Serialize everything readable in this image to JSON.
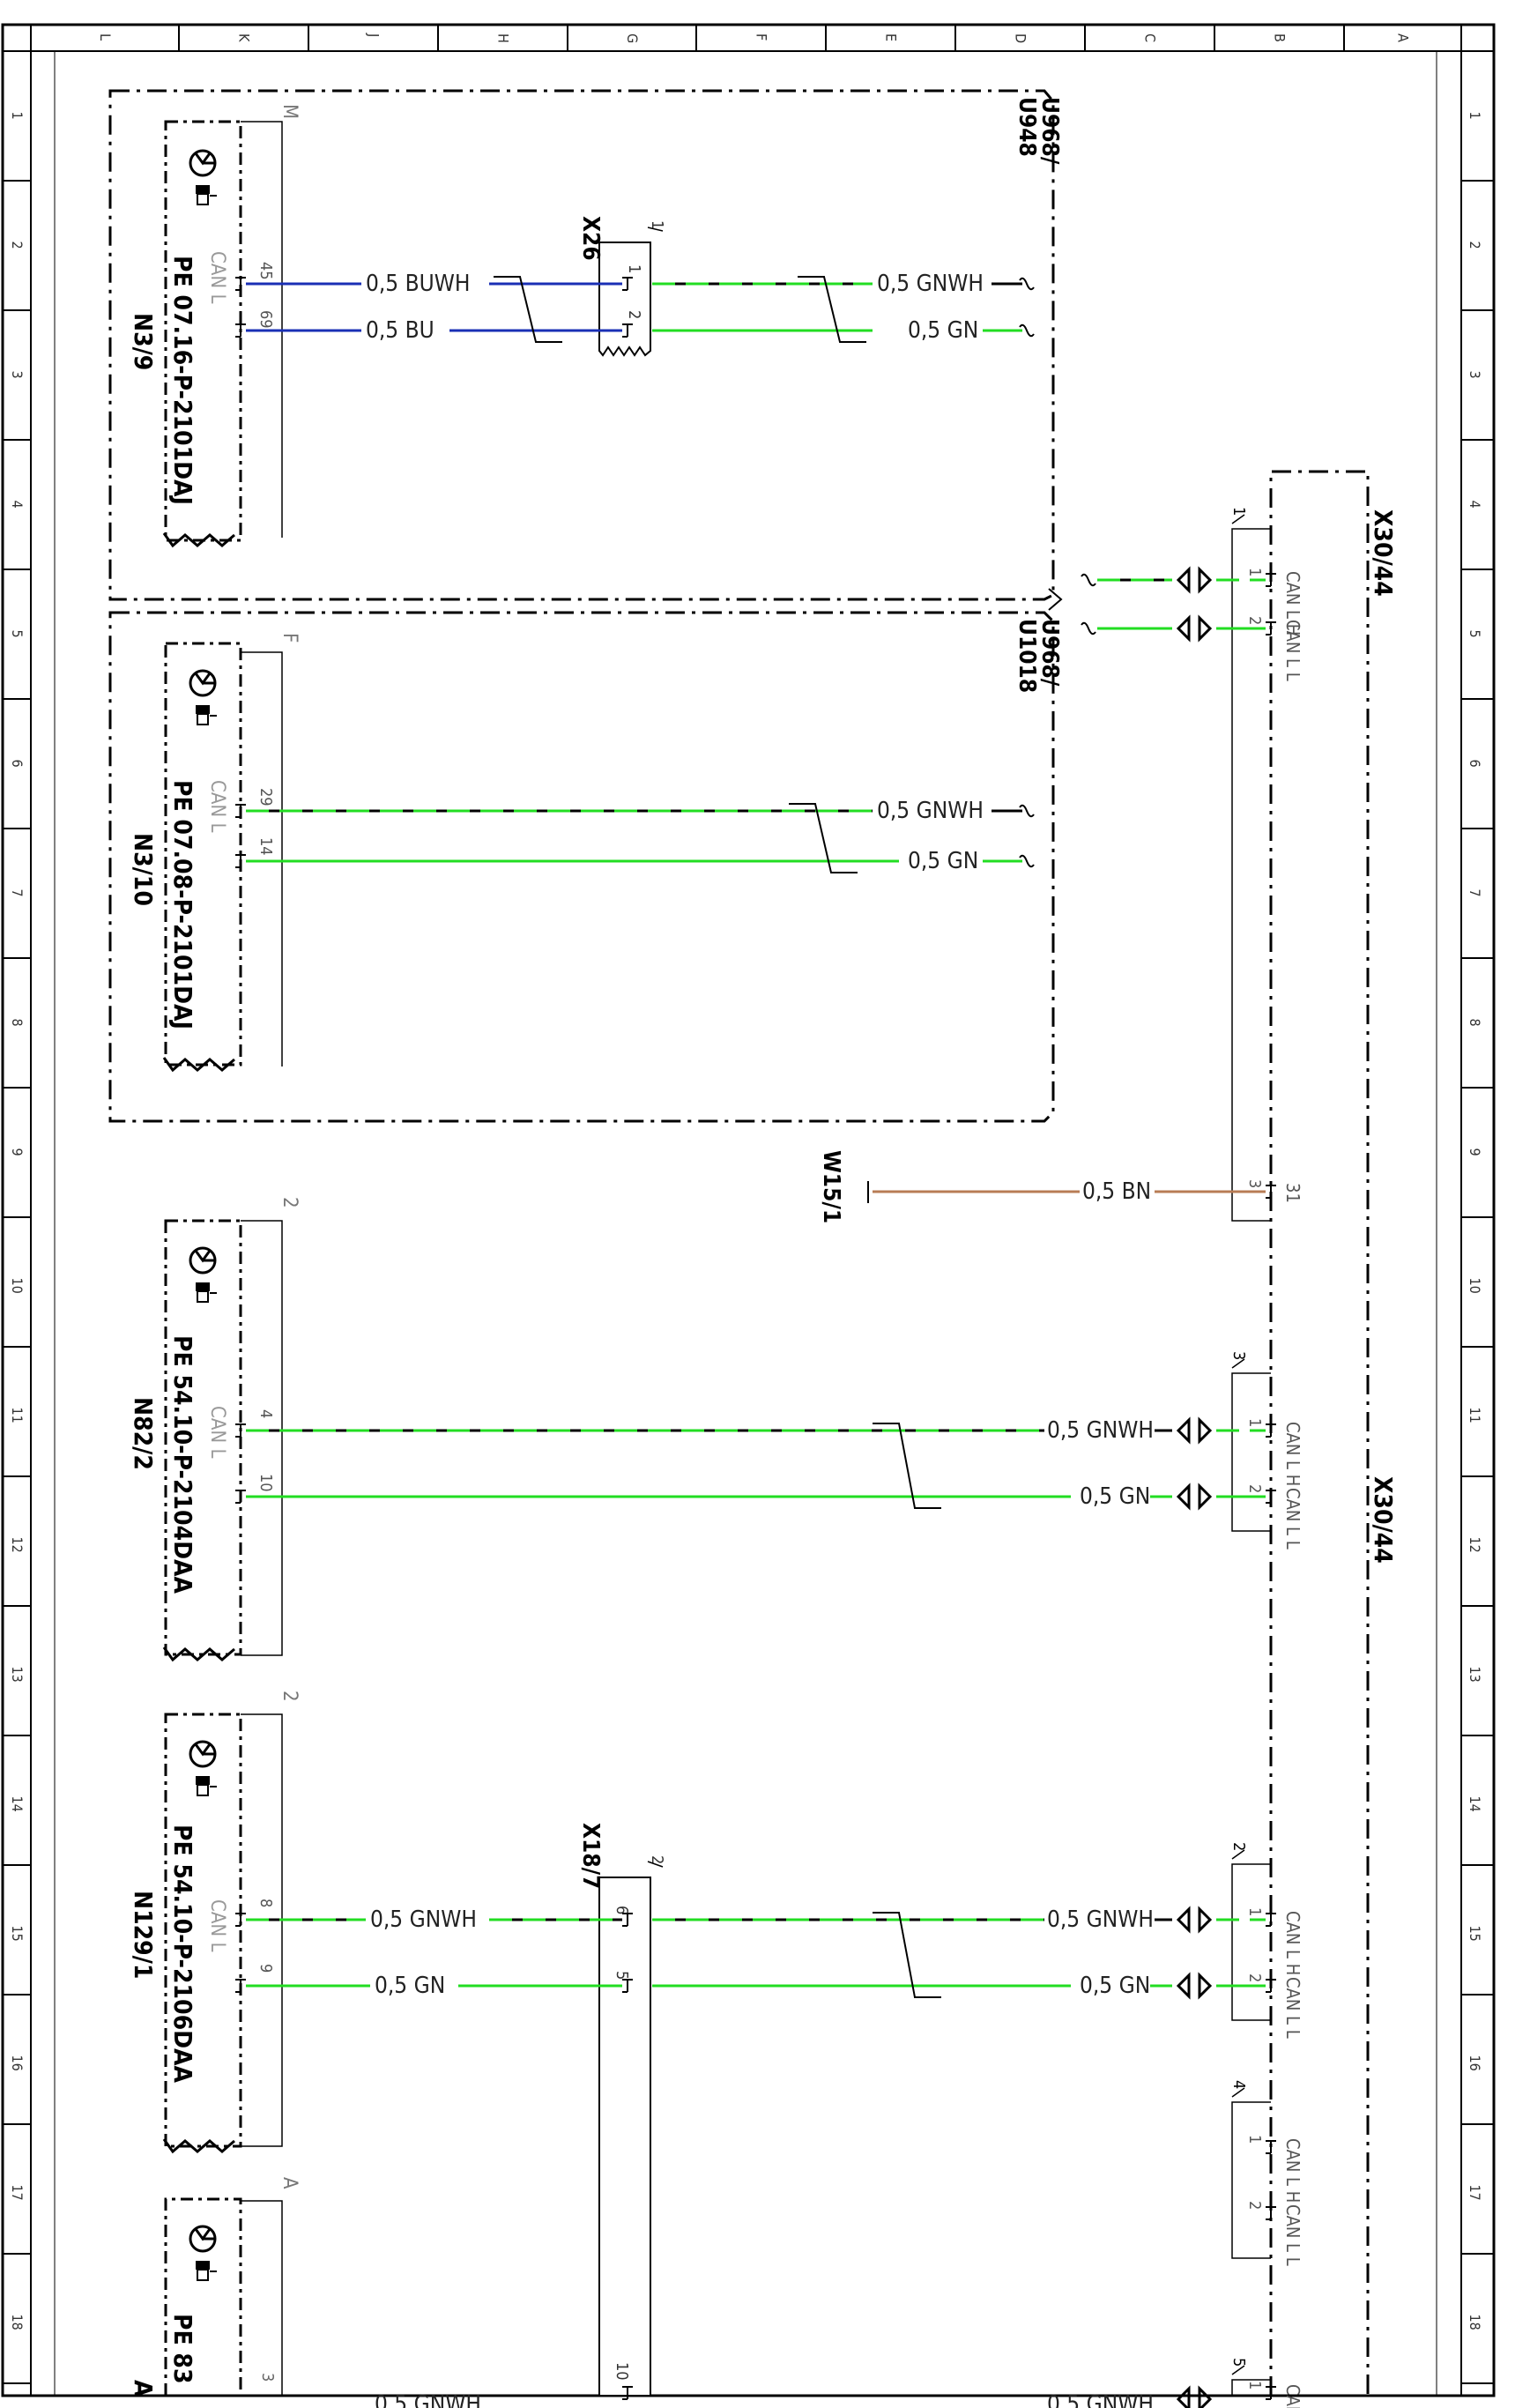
{
  "frame": {
    "columns": [
      "L",
      "K",
      "J",
      "H",
      "G",
      "F",
      "E",
      "D",
      "C",
      "B",
      "A"
    ],
    "rows": [
      "1",
      "2",
      "3",
      "4",
      "5",
      "6",
      "7",
      "8",
      "9",
      "10",
      "11",
      "12",
      "13",
      "14",
      "15",
      "16",
      "17",
      "18"
    ]
  },
  "modules": {
    "n3_9": {
      "ref": "N3/9",
      "doc": "PE 07.16-P-2101DAJ",
      "connector": "M",
      "pins": [
        "45",
        "69"
      ],
      "signals": [
        "CAN L"
      ]
    },
    "n3_10": {
      "ref": "N3/10",
      "doc": "PE 07.08-P-2101DAJ",
      "connector": "F",
      "pins": [
        "29",
        "14"
      ],
      "signals": [
        "CAN L"
      ]
    },
    "n82_2": {
      "ref": "N82/2",
      "doc": "PE 54.10-P-2104DAA",
      "connector": "2",
      "pins": [
        "4",
        "10"
      ],
      "signals": [
        "CAN L"
      ]
    },
    "n129_1": {
      "ref": "N129/1",
      "doc": "PE 54.10-P-2106DAA",
      "connector": "2",
      "pins": [
        "8",
        "9"
      ],
      "signals": [
        "CAN L"
      ]
    },
    "bottom": {
      "ref": "A",
      "doc": "PE 83",
      "connector": "A",
      "pins": [
        "3"
      ]
    }
  },
  "variants": {
    "u948": "U968/\nU948",
    "u1018": "U968/\nU1018"
  },
  "connectors": {
    "x26": {
      "ref": "X26",
      "block": "1",
      "pins": [
        "1",
        "2"
      ]
    },
    "x18_7": {
      "ref": "X18/7",
      "block": "2",
      "pins": [
        "6",
        "5",
        "10"
      ]
    },
    "w15_1": {
      "ref": "W15/1"
    },
    "x30_44": {
      "ref": "X30/44"
    }
  },
  "x30_44_blocks": [
    {
      "num": "1",
      "pins": [
        "1",
        "2",
        "3"
      ],
      "signals": [
        "CAN L H",
        "CAN L L",
        "31"
      ]
    },
    {
      "num": "3",
      "pins": [
        "1",
        "2"
      ],
      "signals": [
        "CAN L H",
        "CAN L L"
      ]
    },
    {
      "num": "2",
      "pins": [
        "1",
        "2"
      ],
      "signals": [
        "CAN L H",
        "CAN L L"
      ]
    },
    {
      "num": "4",
      "pins": [
        "1",
        "2"
      ],
      "signals": [
        "CAN L H",
        "CAN L L"
      ]
    },
    {
      "num": "5",
      "pins": [
        "1"
      ],
      "signals": [
        "CAN L H"
      ]
    }
  ],
  "wires": {
    "buwh": "0,5 BUWH",
    "bu": "0,5 BU",
    "gnwh": "0,5 GNWH",
    "gn": "0,5 GN",
    "bn": "0,5 BN"
  },
  "colors": {
    "green": "#22dd22",
    "blue": "#1a2fb5",
    "brown": "#b87c55",
    "black": "#000000"
  }
}
